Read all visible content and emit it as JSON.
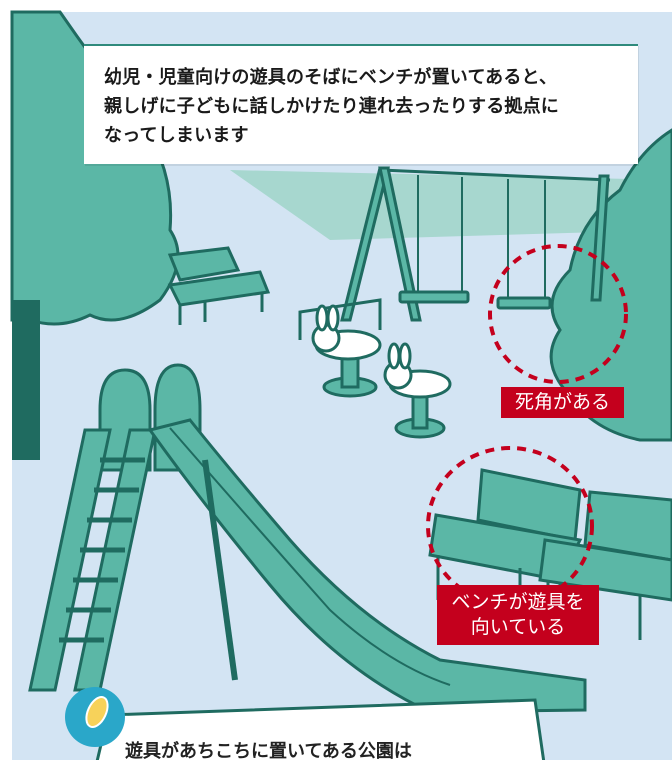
{
  "caption": {
    "line1": "幼児・児童向けの遊具のそばにベンチが置いてあると、",
    "line2": "親しげに子どもに話しかけたり連れ去ったりする拠点に",
    "line3": "なってしまいます"
  },
  "labels": {
    "blind_spot": "死角がある",
    "bench_line1": "ベンチが遊具を",
    "bench_line2": "向いている"
  },
  "bottom": {
    "text": "遊具があちこちに置いてある公園は"
  },
  "colors": {
    "sky": "#ffffff",
    "ground": "#cfe3f1",
    "tree": "#2f8a7c",
    "equipment": "#5bb7a6",
    "outline": "#1f6b60",
    "accent_red": "#c4001d"
  }
}
